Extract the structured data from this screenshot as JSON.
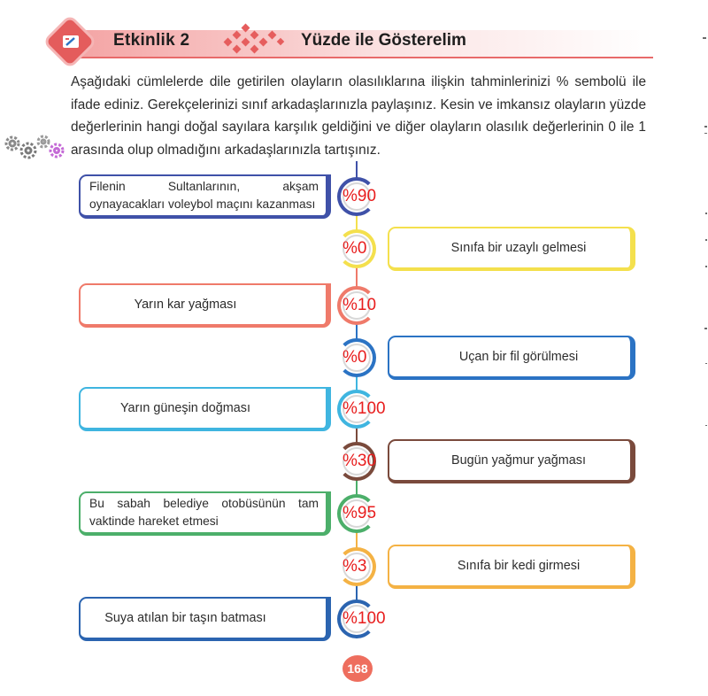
{
  "header": {
    "activity_label": "Etkinlik 2",
    "title": "Yüzde ile Gösterelim"
  },
  "intro_text": "Aşağıdaki cümlelerde dile getirilen olayların olasılıklarına ilişkin tahminlerinizi % sembolü ile ifade ediniz. Gerekçelerinizi sınıf arkadaşlarınızla paylaşınız. Kesin ve imkansız olayların yüzde değerlerinin hangi doğal sayılara karşılık geldiğini ve diğer olayların olasılık değerlerinin 0 ile 1 arasında olup olmadığını arkadaşlarınızla tartışınız.",
  "events": [
    {
      "text": "Filenin Sultanlarının, akşam oynayacakları voleybol maçını kazanması",
      "answer": "%90",
      "color": "#3f51a8"
    },
    {
      "text": "Sınıfa bir uzaylı gelmesi",
      "answer": "%0",
      "color": "#f4e04d"
    },
    {
      "text": "Yarın kar yağması",
      "answer": "%10",
      "color": "#ef7a6a"
    },
    {
      "text": "Uçan bir fil görülmesi",
      "answer": "%0",
      "color": "#2b73c4"
    },
    {
      "text": "Yarın güneşin doğması",
      "answer": "%100",
      "color": "#3fb5e0"
    },
    {
      "text": "Bugün yağmur yağması",
      "answer": "%30",
      "color": "#7a4a3c"
    },
    {
      "text": "Bu sabah belediye otobüsünün tam vaktinde hareket etmesi",
      "answer": "%95",
      "color": "#4caf6a"
    },
    {
      "text": "Sınıfa bir kedi girmesi",
      "answer": "%3",
      "color": "#f4b244"
    },
    {
      "text": "Suya atılan bir taşın batması",
      "answer": "%100",
      "color": "#2b64b0"
    }
  ],
  "page_number": "168"
}
